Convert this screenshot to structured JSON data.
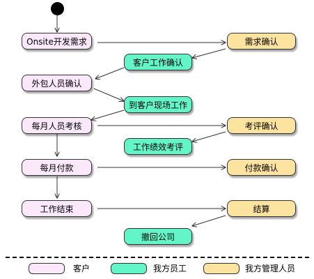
{
  "nodes": {
    "onsite_demand": "Onsite开发需求",
    "outsource_confirm": "外包人员确认",
    "monthly_review": "每月人员考核",
    "monthly_payment": "每月付款",
    "work_end": "工作结束",
    "client_work_confirm": "客户工作确认",
    "onsite_work": "到客户现场工作",
    "performance_review": "工作绩效考评",
    "withdraw": "撤回公司",
    "demand_confirm": "需求确认",
    "review_confirm": "考评确认",
    "payment_confirm": "付款确认",
    "settlement": "结算"
  },
  "legend": {
    "client": "客户",
    "our_staff": "我方员工",
    "our_manager": "我方管理人员"
  },
  "colors": {
    "client": "#fbe9fb",
    "our_staff": "#63f5c8",
    "our_manager": "#fde3a0"
  }
}
